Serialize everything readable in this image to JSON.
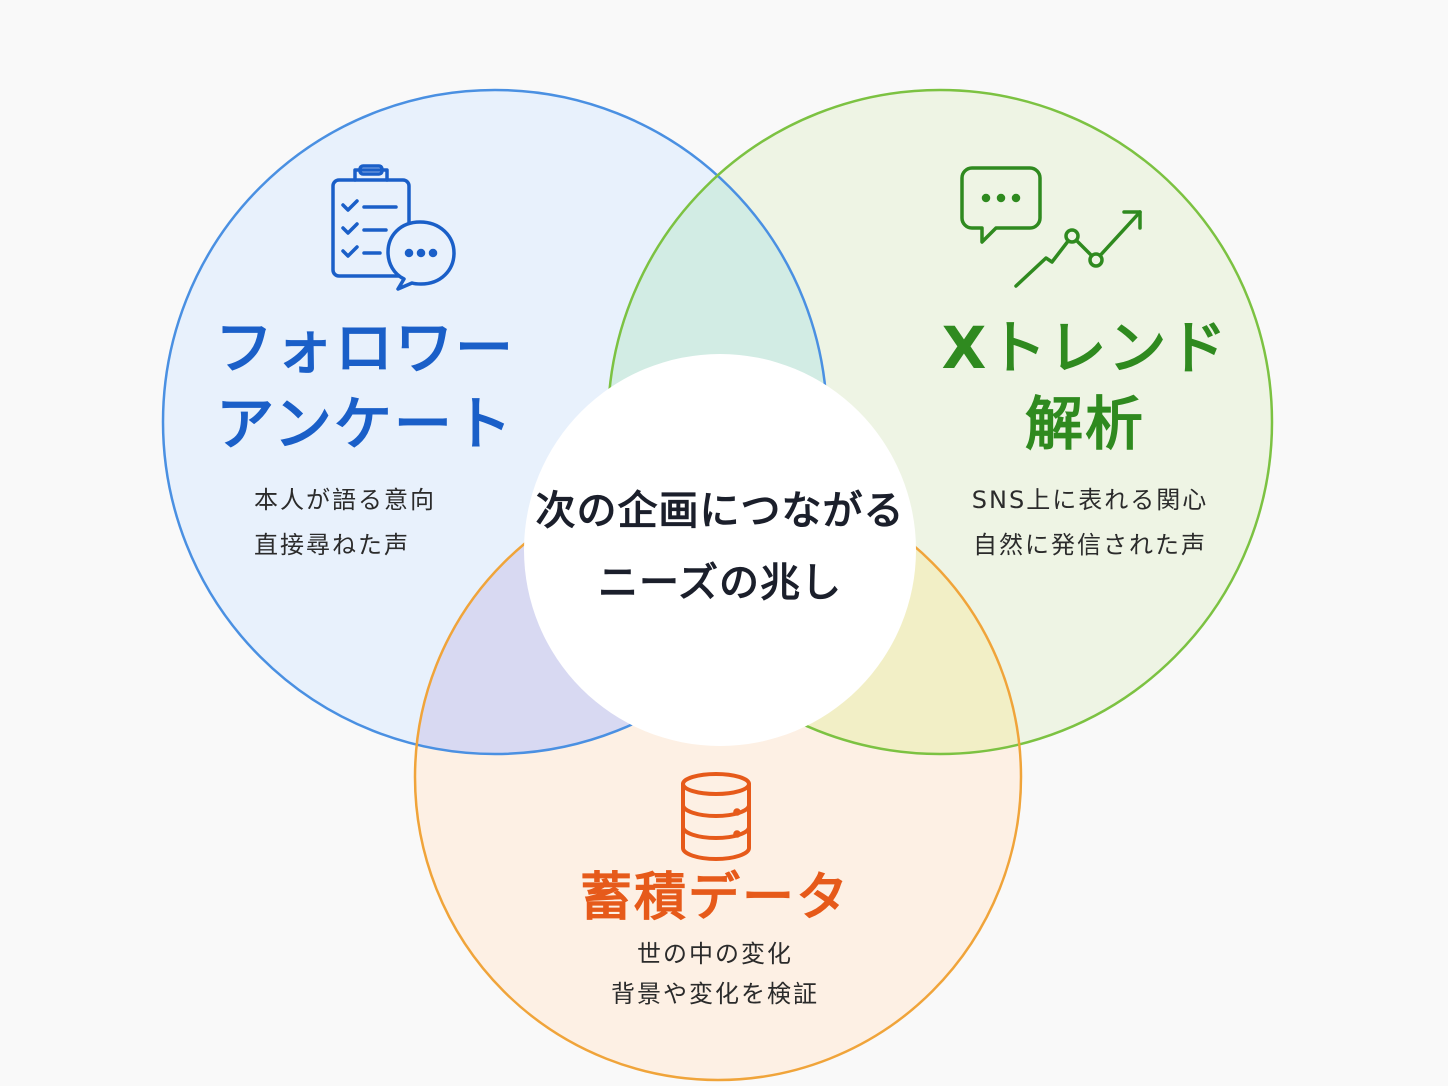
{
  "diagram": {
    "colors": {
      "blue": "#1a5fc8",
      "green": "#2f8a1f",
      "orange": "#e65a1a",
      "text": "#2b2b2b",
      "center_text": "#1b1f2b"
    },
    "center": {
      "line1": "次の企画につながる",
      "line2": "ニーズの兆し"
    },
    "left": {
      "icon": "clipboard-checklist-chat-icon",
      "title_line1": "フォロワー",
      "title_line2": "アンケート",
      "desc_line1": "本人が語る意向",
      "desc_line2": "直接尋ねた声"
    },
    "right": {
      "icon": "chat-trend-chart-icon",
      "title_line1": "Xトレンド",
      "title_line2": "解析",
      "desc_line1": "SNS上に表れる関心",
      "desc_line2": "自然に発信された声"
    },
    "bottom": {
      "icon": "database-icon",
      "title": "蓄積データ",
      "desc_line1": "世の中の変化",
      "desc_line2": "背景や変化を検証"
    }
  }
}
